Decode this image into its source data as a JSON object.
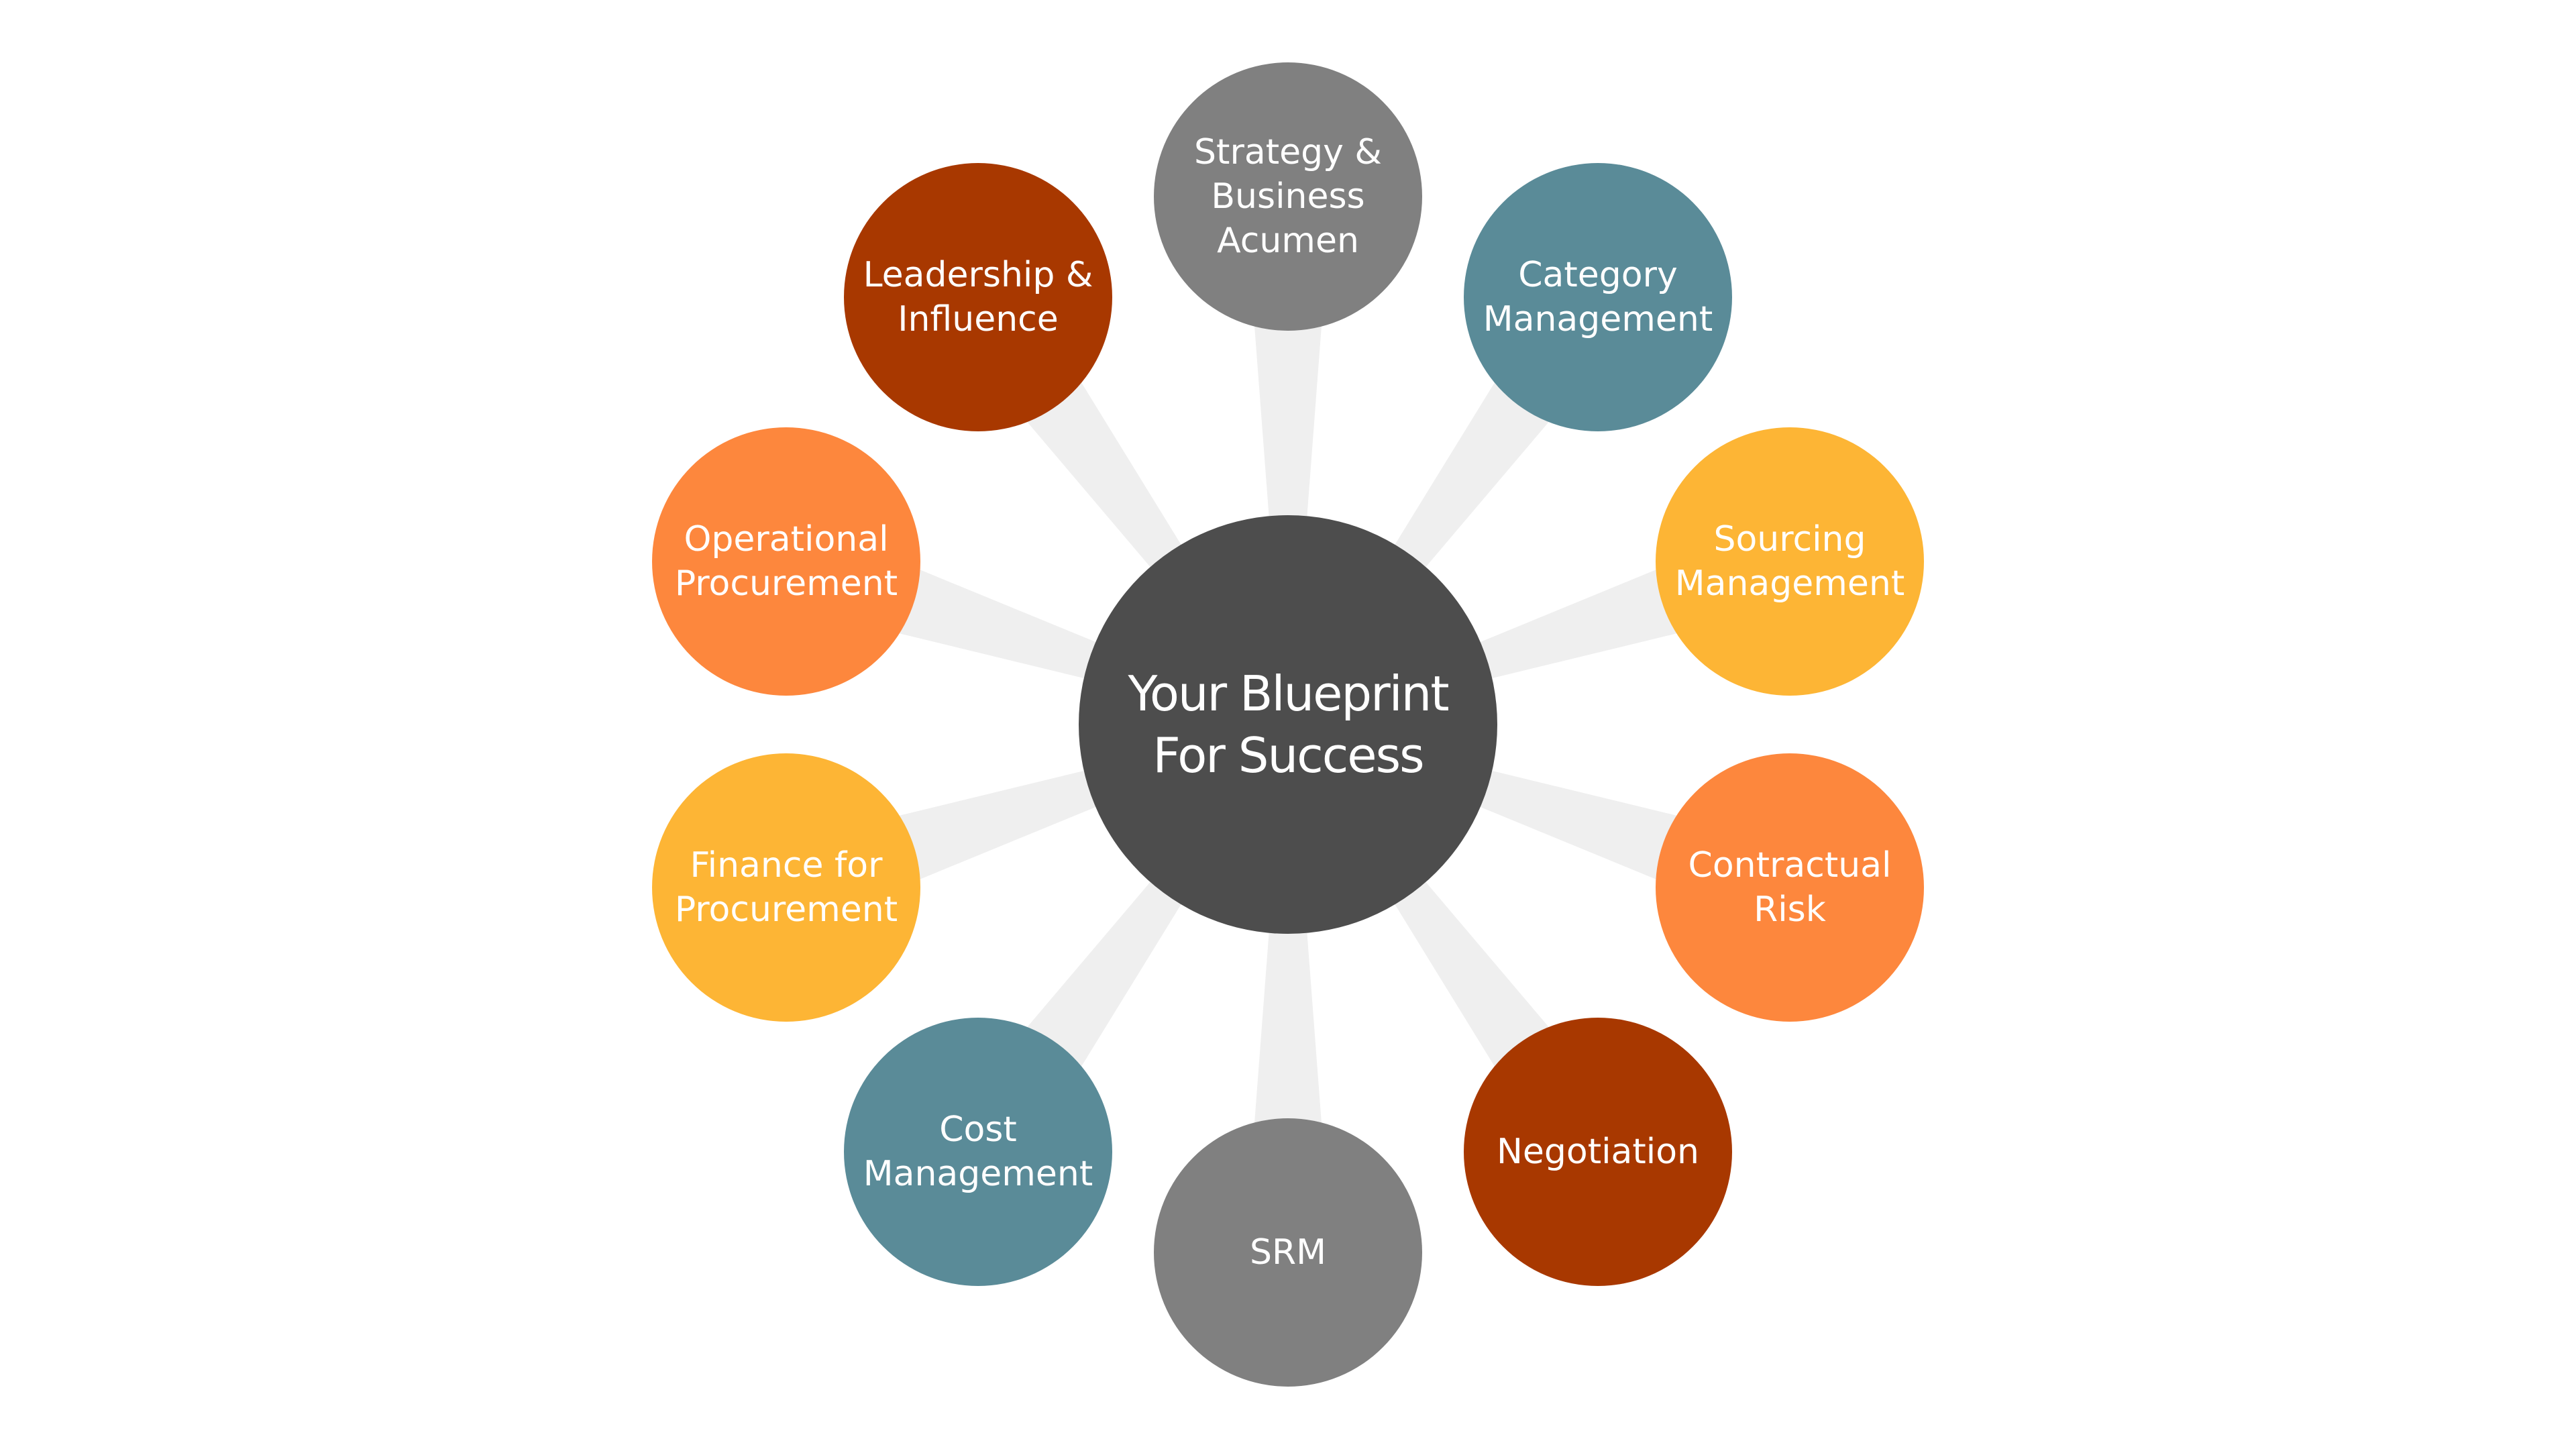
{
  "center": {
    "lines": [
      "Your Blueprint",
      "For Success"
    ],
    "color": "#4d4d4d"
  },
  "spoke_color": "#efefef",
  "nodes": [
    {
      "id": "strategy",
      "name": "node-strategy-business-acumen",
      "lines": [
        "Strategy &",
        "Business",
        "Acumen"
      ],
      "color": "#808080"
    },
    {
      "id": "category",
      "name": "node-category-management",
      "lines": [
        "Category",
        "Management"
      ],
      "color": "#5a8b98"
    },
    {
      "id": "sourcing",
      "name": "node-sourcing-management",
      "lines": [
        "Sourcing",
        "Management"
      ],
      "color": "#fdb535"
    },
    {
      "id": "contractual",
      "name": "node-contractual-risk",
      "lines": [
        "Contractual",
        "Risk"
      ],
      "color": "#fd873d"
    },
    {
      "id": "negotiation",
      "name": "node-negotiation",
      "lines": [
        "Negotiation"
      ],
      "color": "#a83800"
    },
    {
      "id": "srm",
      "name": "node-srm",
      "lines": [
        "SRM"
      ],
      "color": "#808080"
    },
    {
      "id": "cost",
      "name": "node-cost-management",
      "lines": [
        "Cost",
        "Management"
      ],
      "color": "#5a8b98"
    },
    {
      "id": "finance",
      "name": "node-finance-for-procurement",
      "lines": [
        "Finance for",
        "Procurement"
      ],
      "color": "#fdb535"
    },
    {
      "id": "operational",
      "name": "node-operational-procurement",
      "lines": [
        "Operational",
        "Procurement"
      ],
      "color": "#fd873d"
    },
    {
      "id": "leadership",
      "name": "node-leadership-influence",
      "lines": [
        "Leadership &",
        "Influence"
      ],
      "color": "#a83800"
    }
  ]
}
